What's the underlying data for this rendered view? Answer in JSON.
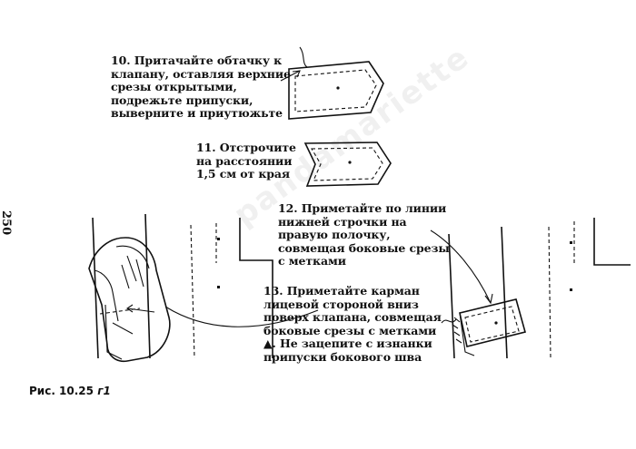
{
  "page_number": "250",
  "figure_caption": {
    "prefix": "Рис. 10.25",
    "suffix": "г1"
  },
  "watermark": "pandamariette",
  "steps": {
    "s10": {
      "num": "10.",
      "text": "Притачайте обтачку к клапану, оставляя верхние срезы открытыми, подрежьте припуски, выверните и приутюжьте"
    },
    "s11": {
      "num": "11.",
      "text": "Отстрочите на расстоянии 1,5 см от края"
    },
    "s12": {
      "num": "12.",
      "text": "Приметайте по линии нижней строчки на правую полочку, совмещая боковые срезы с метками"
    },
    "s13": {
      "num": "13.",
      "text": "Приметайте карман лицевой стороной вниз поверх клапана, совмещая боковые срезы с метками ▲. Не зацепите с изнанки припуски бокового шва"
    }
  }
}
